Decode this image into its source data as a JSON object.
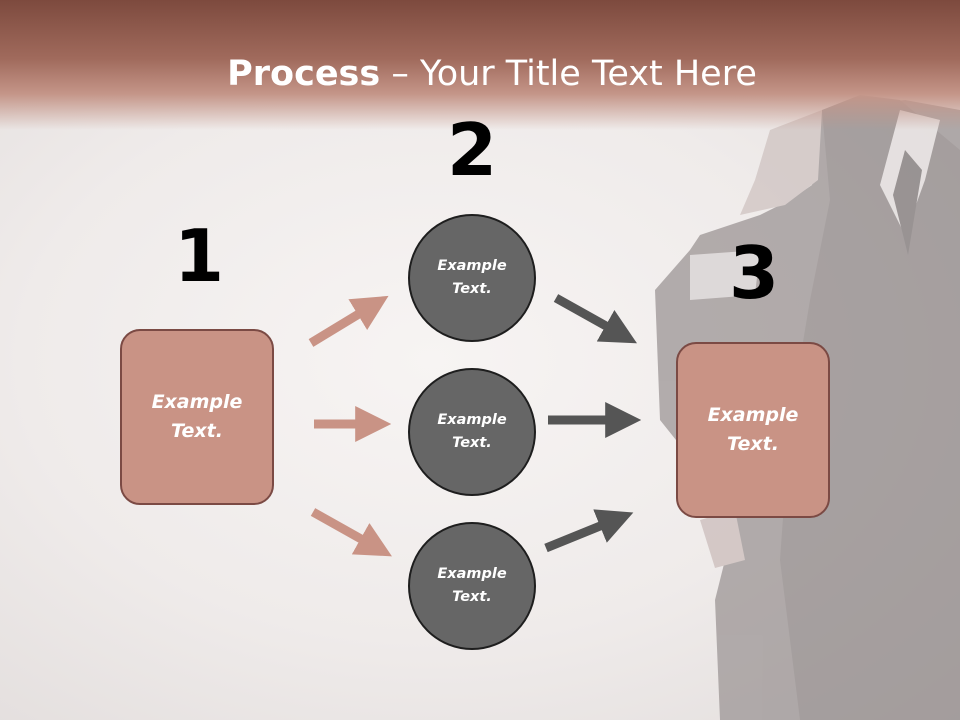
{
  "slide": {
    "title_bold": "Process",
    "title_rest": " – Your Title Text Here"
  },
  "steps": [
    {
      "number": "1",
      "text": "Example Text."
    },
    {
      "number": "2",
      "items": [
        "Example Text.",
        "Example Text.",
        "Example Text."
      ]
    },
    {
      "number": "3",
      "text": "Example Text."
    }
  ],
  "colors": {
    "header": "#a06a5c",
    "box_fill": "#c99385",
    "box_border": "#7b4a44",
    "circle_fill": "#666666",
    "arrow_left": "#c99385",
    "arrow_right": "#555555"
  },
  "background_image": "businessman-in-suit"
}
